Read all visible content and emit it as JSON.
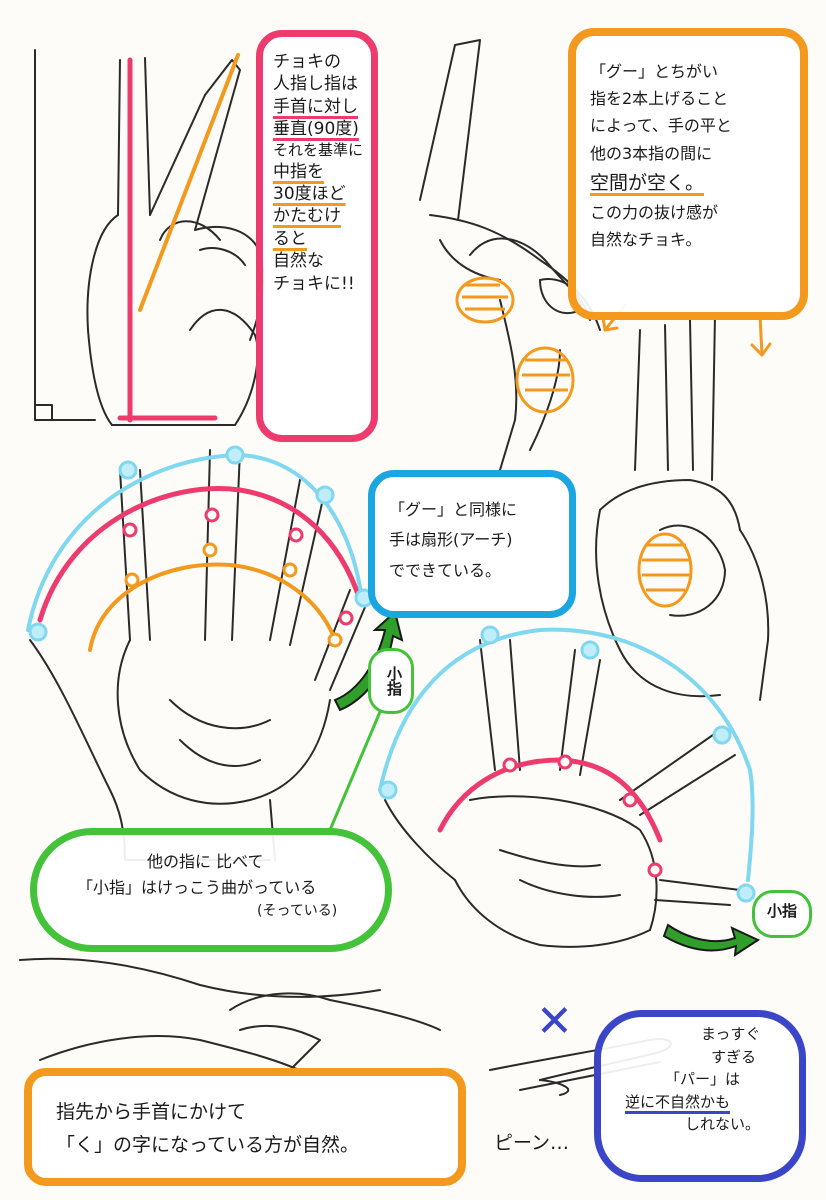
{
  "colors": {
    "ink": "#2a2a2a",
    "pink": "#ee3b6e",
    "orange": "#f39a1e",
    "cyan": "#7fd8ef",
    "green": "#44c23a",
    "blue": "#3a45c8",
    "paper": "#fdfcf8"
  },
  "notes": {
    "index_finger": {
      "lines": [
        "チョキの",
        "人指し指は",
        "手首に対し",
        "垂直(90度)",
        "それを基準に",
        "中指を",
        "30度ほど",
        "かたむけ",
        "ると",
        "自然な",
        "チョキに!!"
      ]
    },
    "space": {
      "lines": [
        "「グー」とちがい",
        "指を2本上げること",
        "によって、手の平と",
        "他の3本指の間に",
        "空間が空く。",
        "この力の抜け感が",
        "自然なチョキ。"
      ]
    },
    "fan": {
      "lines": [
        "「グー」と同様に",
        "手は扇形(アーチ)",
        "でできている。"
      ]
    },
    "pinky": {
      "lines": [
        "他の指に 比べて",
        "「小指」はけっこう曲がっている",
        "(そっている)"
      ]
    },
    "wrist": {
      "lines": [
        "指先から手首にかけて",
        "「く」の字になっている方が自然。"
      ]
    },
    "straight": {
      "lines": [
        "まっすぐ",
        "すぎる",
        "「パー」は",
        "逆に不自然かも",
        "しれない。"
      ]
    }
  },
  "labels": {
    "pinky_left": "小指",
    "pinky_right": "小指",
    "x_mark": "✕",
    "pin_sound": "ピーン…"
  }
}
